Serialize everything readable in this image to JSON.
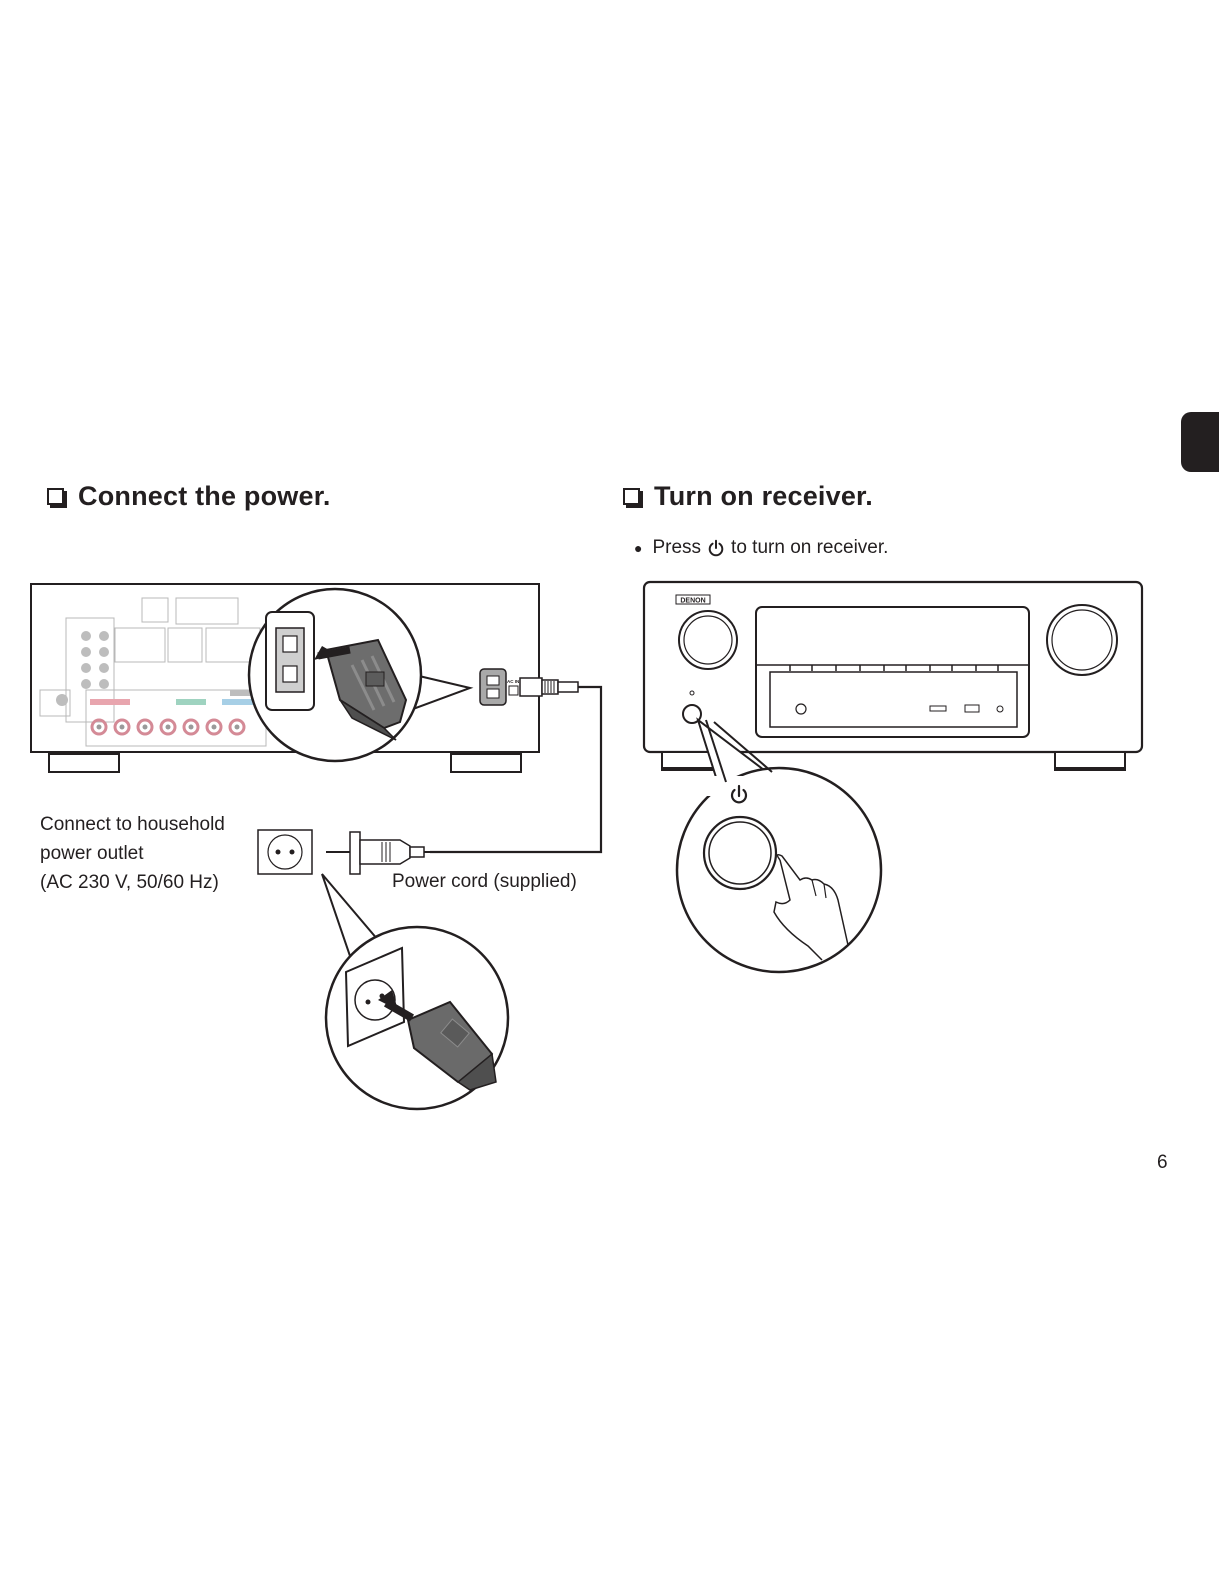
{
  "sections": {
    "connect": {
      "title": "Connect the power."
    },
    "turn_on": {
      "title": "Turn on receiver.",
      "instruction_before": "Press",
      "instruction_after": "to turn on receiver."
    }
  },
  "labels": {
    "outlet_line1": "Connect to household",
    "outlet_line2": "power outlet",
    "outlet_line3": "(AC 230 V, 50/60 Hz)",
    "power_cord": "Power cord (supplied)",
    "ac_in": "AC IN",
    "brand": "DENON"
  },
  "page_number": "6",
  "icons": {
    "checkbox": "checkbox-icon",
    "power": "power-icon"
  }
}
